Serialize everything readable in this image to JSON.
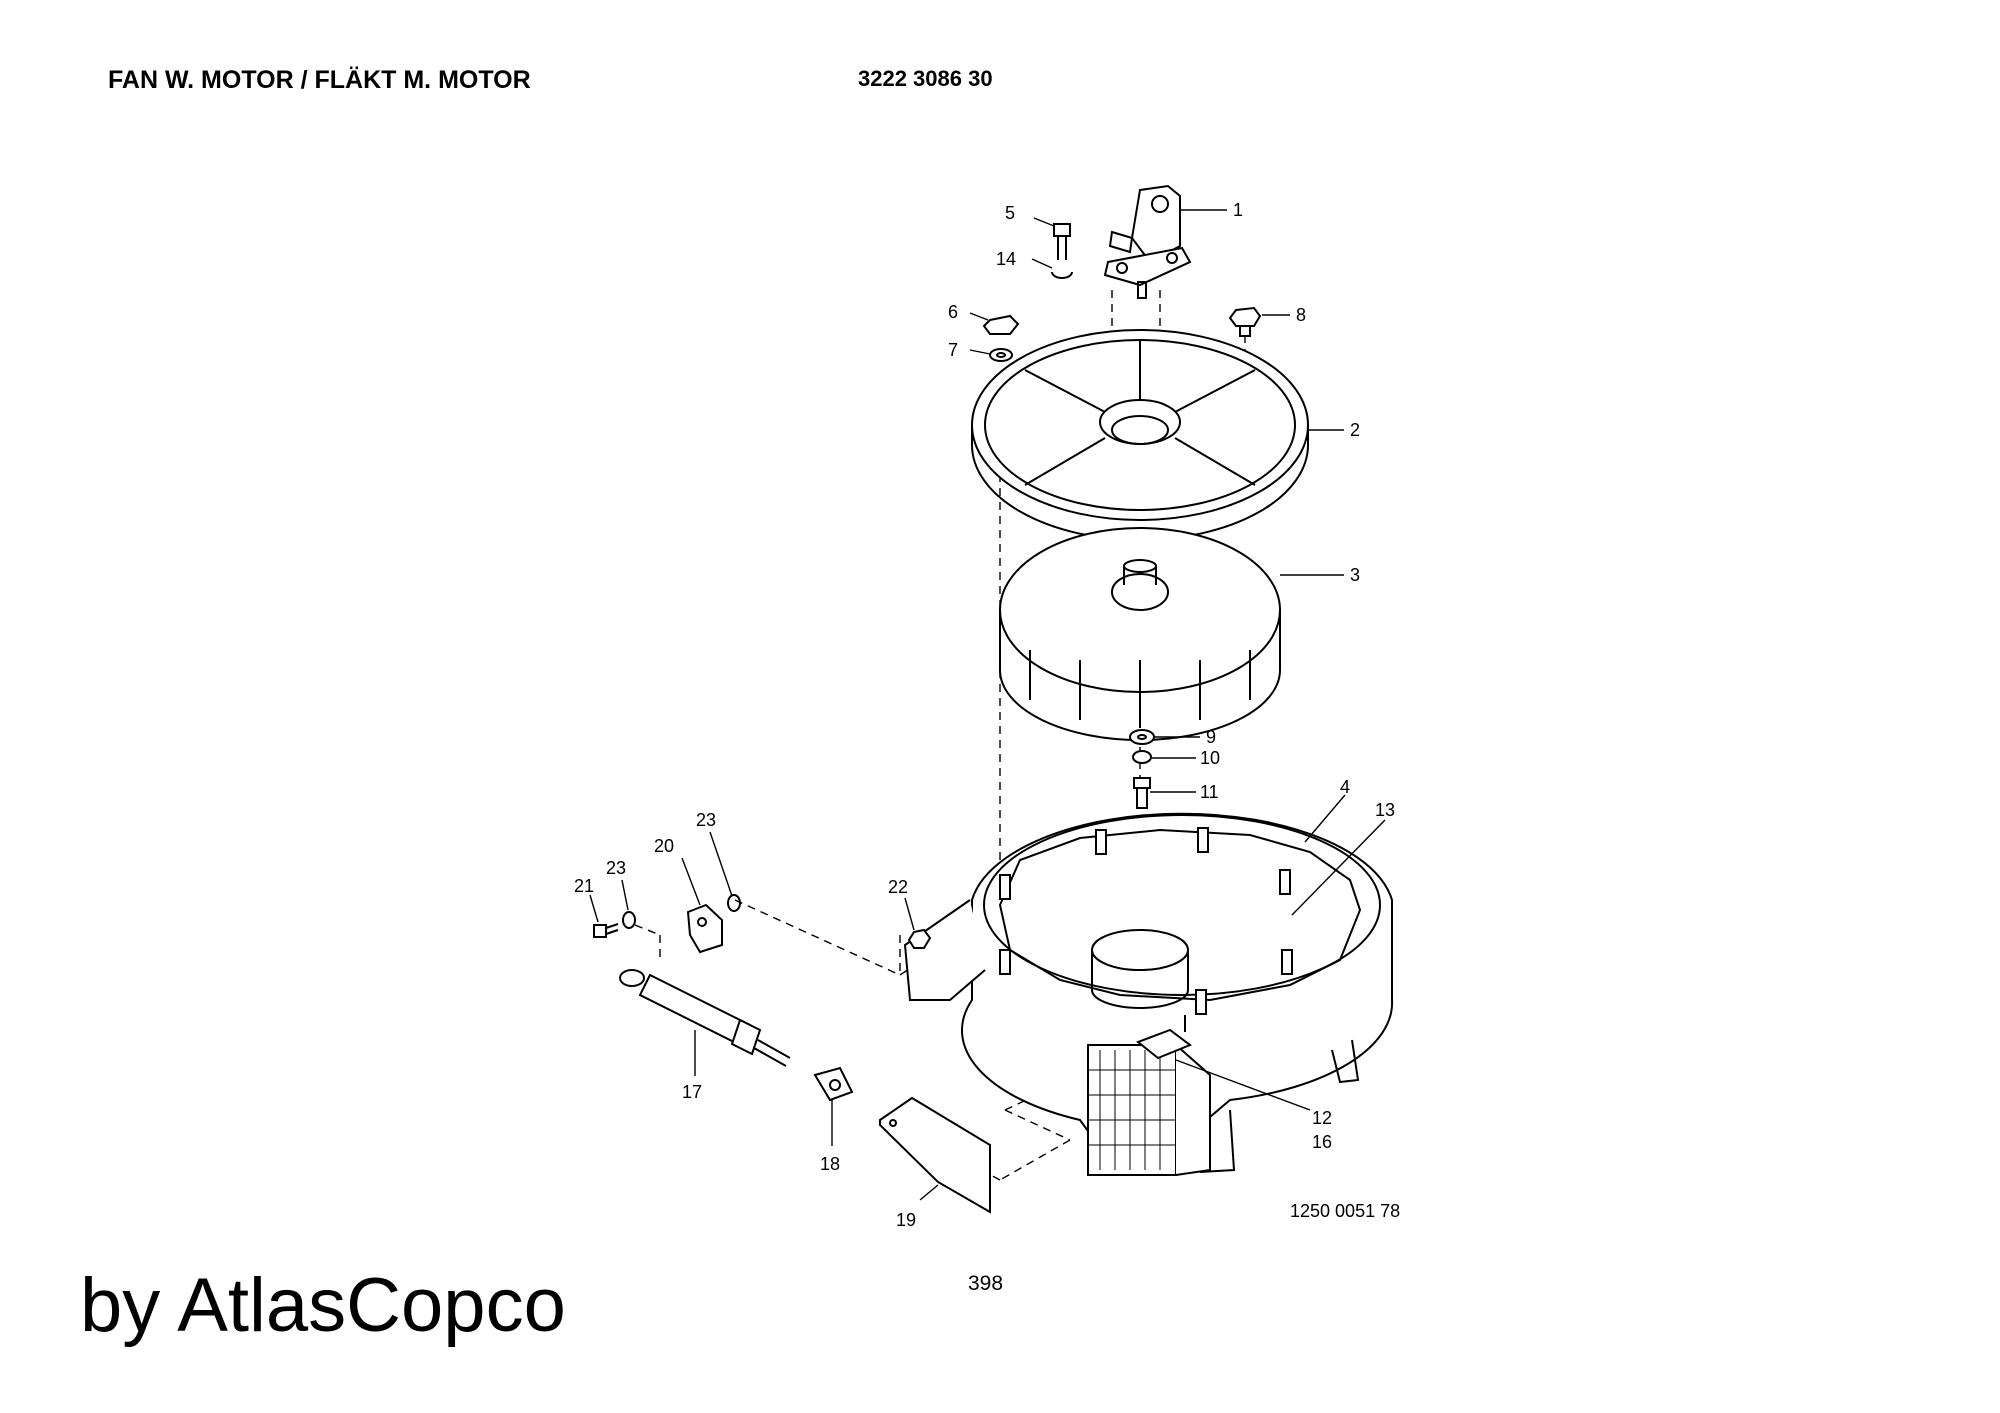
{
  "header": {
    "title": "FAN W. MOTOR / FLÄKT M. MOTOR",
    "part_number": "3222 3086 30"
  },
  "drawing_id": "1250 0051 78",
  "page_number": "398",
  "brand": "by AtlasCopco",
  "callouts": [
    {
      "id": "c1",
      "label": "1"
    },
    {
      "id": "c2",
      "label": "2"
    },
    {
      "id": "c3",
      "label": "3"
    },
    {
      "id": "c4",
      "label": "4"
    },
    {
      "id": "c5",
      "label": "5"
    },
    {
      "id": "c6",
      "label": "6"
    },
    {
      "id": "c7",
      "label": "7"
    },
    {
      "id": "c8",
      "label": "8"
    },
    {
      "id": "c9",
      "label": "9"
    },
    {
      "id": "c10",
      "label": "10"
    },
    {
      "id": "c11",
      "label": "11"
    },
    {
      "id": "c12",
      "label": "12"
    },
    {
      "id": "c13",
      "label": "13"
    },
    {
      "id": "c14",
      "label": "14"
    },
    {
      "id": "c16",
      "label": "16"
    },
    {
      "id": "c17",
      "label": "17"
    },
    {
      "id": "c18",
      "label": "18"
    },
    {
      "id": "c19",
      "label": "19"
    },
    {
      "id": "c20",
      "label": "20"
    },
    {
      "id": "c21",
      "label": "21"
    },
    {
      "id": "c22",
      "label": "22"
    },
    {
      "id": "c23a",
      "label": "23"
    },
    {
      "id": "c23b",
      "label": "23"
    }
  ]
}
